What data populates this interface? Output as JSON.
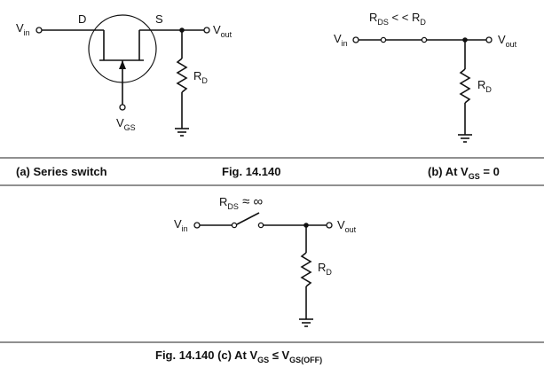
{
  "colors": {
    "ink": "#111111",
    "background": "#ffffff"
  },
  "fig_a": {
    "v_in": "V",
    "v_in_sub": "in",
    "drain": "D",
    "source": "S",
    "v_out": "V",
    "v_out_sub": "out",
    "r_d": "R",
    "r_d_sub": "D",
    "v_gs": "V",
    "v_gs_sub": "GS",
    "icon": "jfet-symbol"
  },
  "fig_b": {
    "r_ds": "R",
    "r_ds_sub": "DS",
    "relation": " < < ",
    "r_d": "R",
    "r_d_sub": "D",
    "v_in": "V",
    "v_in_sub": "in",
    "v_out": "V",
    "v_out_sub": "out",
    "r_d2": "R",
    "r_d2_sub": "D"
  },
  "captions": {
    "a": "(a) Series switch",
    "fig": "Fig. 14.140",
    "b_prefix": "(b) At V",
    "b_sub": "GS",
    "b_suffix": " = 0"
  },
  "fig_c": {
    "r_ds": "R",
    "r_ds_sub": "DS",
    "relation": " ≈ ∞",
    "v_in": "V",
    "v_in_sub": "in",
    "v_out": "V",
    "v_out_sub": "out",
    "r_d": "R",
    "r_d_sub": "D"
  },
  "bottom_caption": {
    "prefix": "Fig. 14.140 (c) At V",
    "sub1": "GS",
    "mid": " ≤ V",
    "sub2": "GS(OFF)"
  }
}
